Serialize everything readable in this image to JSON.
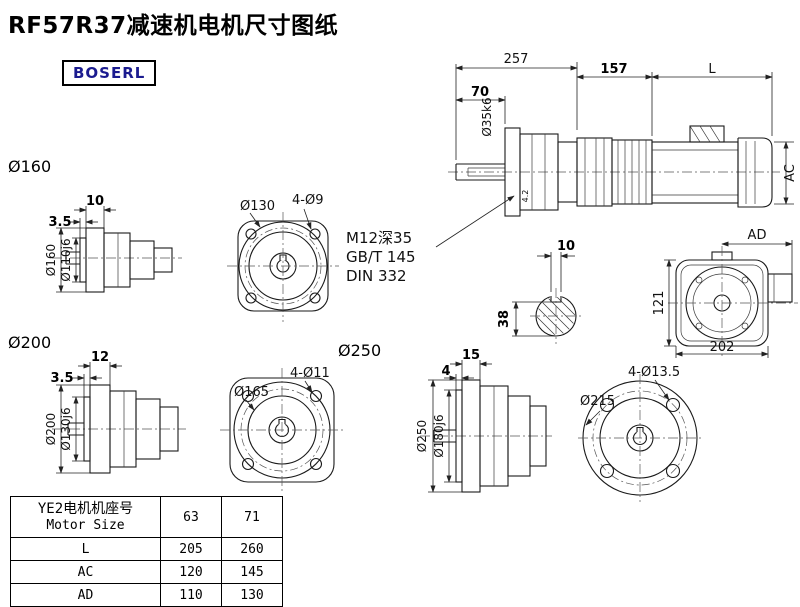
{
  "page": {
    "title": "RF57R37减速机电机尺寸图纸",
    "logo": "BOSERL"
  },
  "assembly": {
    "dim_overall": "257",
    "dim_stage": "157",
    "dim_motor": "L",
    "dim_shaft": "70",
    "shaft_dia": "Ø35k6",
    "dim_height": "AC",
    "flange_note": "4.2",
    "note1": "M12深35",
    "note2": "GB/T 145",
    "note3": "DIN 332",
    "key_width": "10",
    "key_depth": "38"
  },
  "flange160": {
    "label": "Ø160",
    "dim_a": "10",
    "dim_b": "3.5",
    "dia": "Ø160",
    "spigot": "Ø110j6"
  },
  "face130": {
    "dia": "Ø130",
    "holes": "4-Ø9"
  },
  "flange200": {
    "label": "Ø200",
    "dim_a": "12",
    "dim_b": "3.5",
    "dia": "Ø200",
    "spigot": "Ø130j6"
  },
  "face165": {
    "dia": "Ø165",
    "holes": "4-Ø11",
    "next_label": "Ø250"
  },
  "flange250": {
    "dim_a": "15",
    "dim_b": "4",
    "dia": "Ø250",
    "spigot": "Ø180j6"
  },
  "face215": {
    "dia": "Ø215",
    "holes": "4-Ø13.5"
  },
  "motor_rear": {
    "dim_box": "AD",
    "dim_height": "121",
    "dim_width": "202"
  },
  "table": {
    "header_cn": "YE2电机机座号",
    "header_en": "Motor Size",
    "sizes": [
      "63",
      "71"
    ],
    "rows": [
      {
        "label": "L",
        "values": [
          "205",
          "260"
        ]
      },
      {
        "label": "AC",
        "values": [
          "120",
          "145"
        ]
      },
      {
        "label": "AD",
        "values": [
          "110",
          "130"
        ]
      }
    ]
  }
}
